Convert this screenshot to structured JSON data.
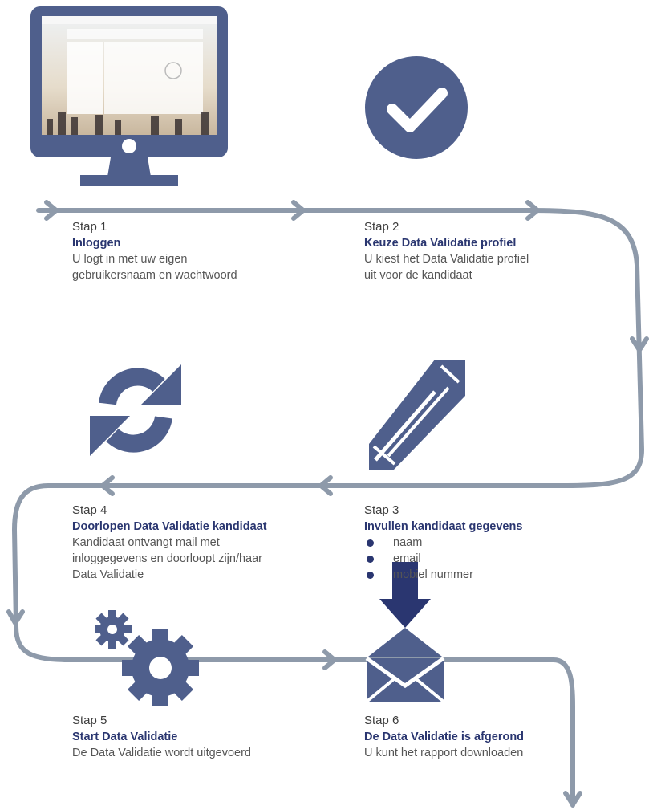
{
  "colors": {
    "icon": "#4f5f8c",
    "flow_line": "#8e9aaa",
    "title": "#2a3670",
    "text": "#555555"
  },
  "steps": [
    {
      "num": "Stap 1",
      "title": "Inloggen",
      "desc": [
        "U logt in met uw eigen",
        "gebruikersnaam en wachtwoord"
      ],
      "icon": "monitor-icon"
    },
    {
      "num": "Stap 2",
      "title": "Keuze Data Validatie profiel",
      "desc": [
        "U kiest het Data Validatie profiel",
        "uit voor de kandidaat"
      ],
      "icon": "checkmark-icon"
    },
    {
      "num": "Stap 3",
      "title": "Invullen kandidaat gegevens",
      "items": [
        "naam",
        "email",
        "mobiel nummer"
      ],
      "icon": "pencil-icon"
    },
    {
      "num": "Stap 4",
      "title": "Doorlopen Data Validatie kandidaat",
      "desc": [
        "Kandidaat ontvangt mail met",
        "inloggegevens en doorloopt zijn/haar",
        "Data Validatie"
      ],
      "icon": "refresh-icon"
    },
    {
      "num": "Stap 5",
      "title": "Start Data Validatie",
      "desc": [
        "De Data Validatie wordt uitgevoerd"
      ],
      "icon": "gears-icon"
    },
    {
      "num": "Stap 6",
      "title": "De Data Validatie is afgerond",
      "desc": [
        "U kunt het rapport downloaden"
      ],
      "icon": "mail-download-icon"
    }
  ]
}
